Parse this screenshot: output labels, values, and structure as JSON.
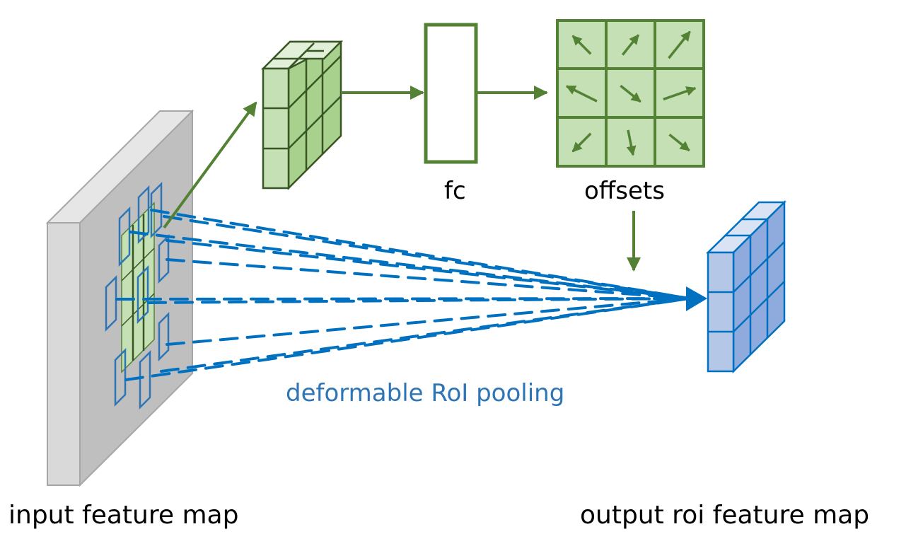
{
  "labels": {
    "fc": "fc",
    "offsets": "offsets",
    "pooling": "deformable RoI pooling",
    "input": "input feature map",
    "output": "output roi feature map"
  },
  "colors": {
    "green": "#548235",
    "green_light": "#C5E0B4",
    "green_mid": "#A9D18E",
    "green_top": "#E2F0D9",
    "blue": "#0070C0",
    "blue_outline": "#2E75B6",
    "blue_light": "#B4C7E7",
    "blue_mid": "#8FAADC",
    "blue_top": "#DAE3F3",
    "gray_face": "#BFBFBF",
    "gray_side": "#D9D9D9",
    "gray_top": "#E7E6E6"
  },
  "offset_arrows": [
    "up-left",
    "up-right",
    "up-right",
    "left",
    "down-right",
    "right",
    "down-left",
    "down",
    "down-right"
  ]
}
